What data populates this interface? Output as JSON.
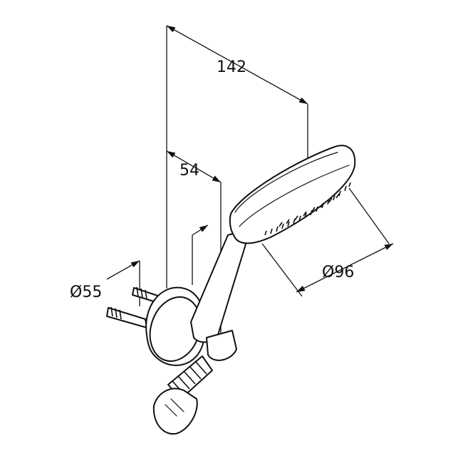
{
  "drawing": {
    "dimensions": {
      "overall_length": "142",
      "holder_offset": "54",
      "holder_diameter": "Ø55",
      "head_diameter": "Ø96"
    },
    "colors": {
      "ink": "#111111",
      "paper": "#ffffff"
    }
  }
}
